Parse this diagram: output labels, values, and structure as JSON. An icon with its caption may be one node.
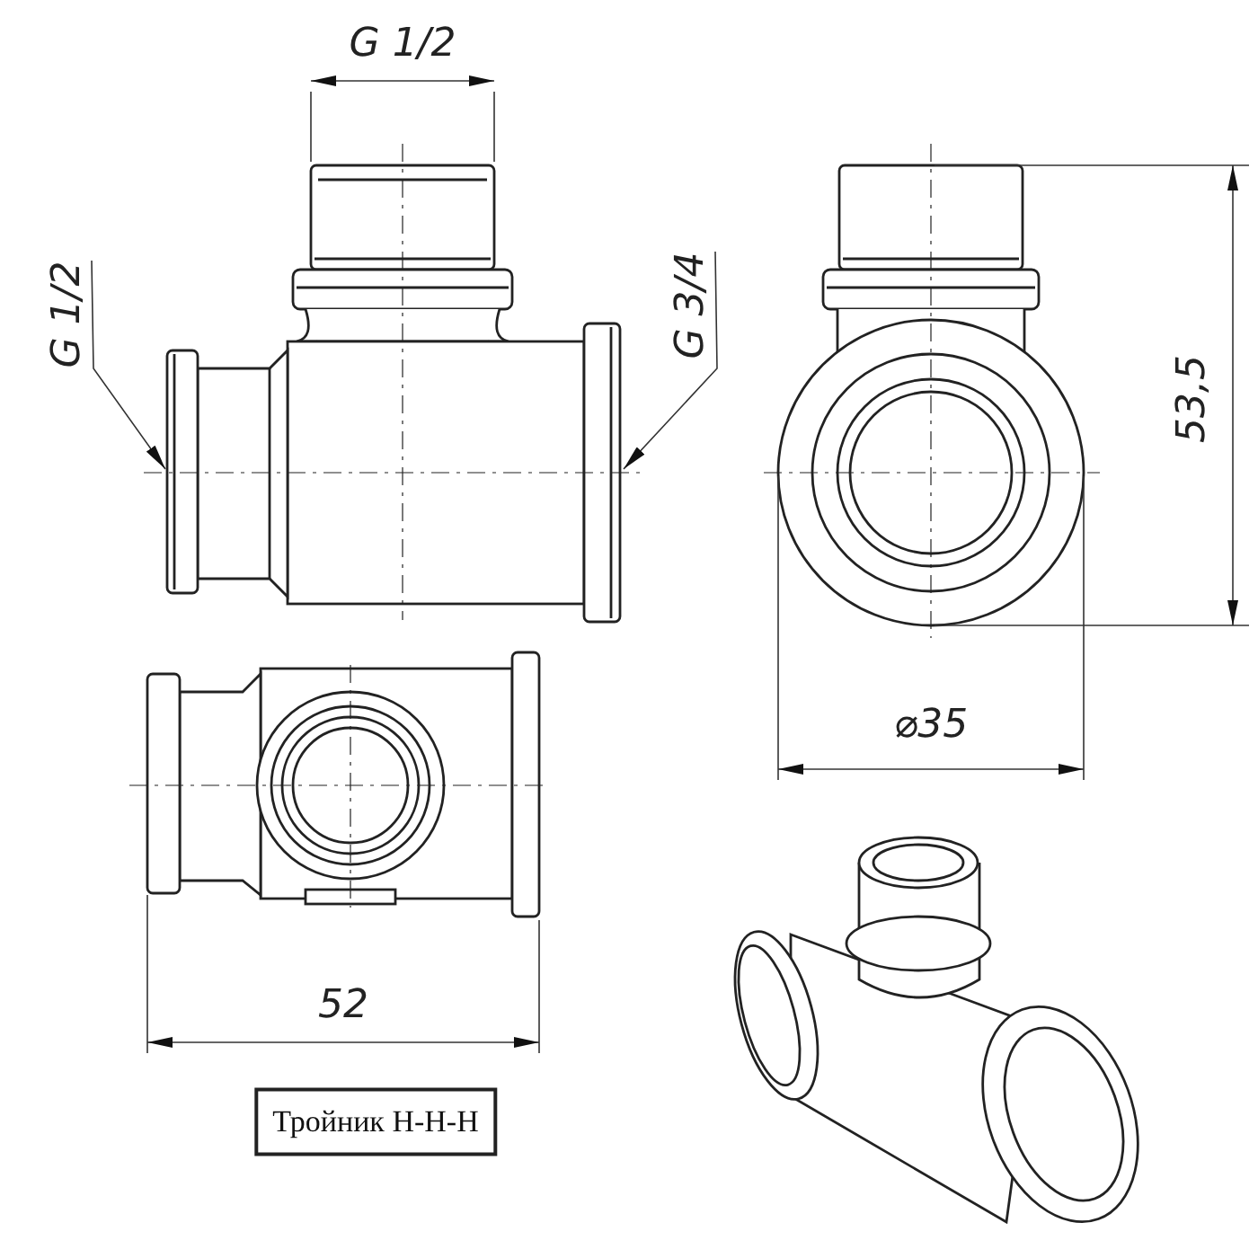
{
  "diagram": {
    "nodes": [
      {
        "text": [
          "G 1/2"
        ]
      },
      {
        "text": [
          "G 3/4"
        ]
      }
    ],
    "edges": [
      {
        "from": 0,
        "to": null,
        "arrow": "to"
      },
      {
        "from": 1,
        "to": null,
        "arrow": "to"
      }
    ],
    "labels": [
      "G 1/2",
      "53,5",
      "⌀35",
      "52",
      "Тройник Н-Н-Н"
    ]
  }
}
